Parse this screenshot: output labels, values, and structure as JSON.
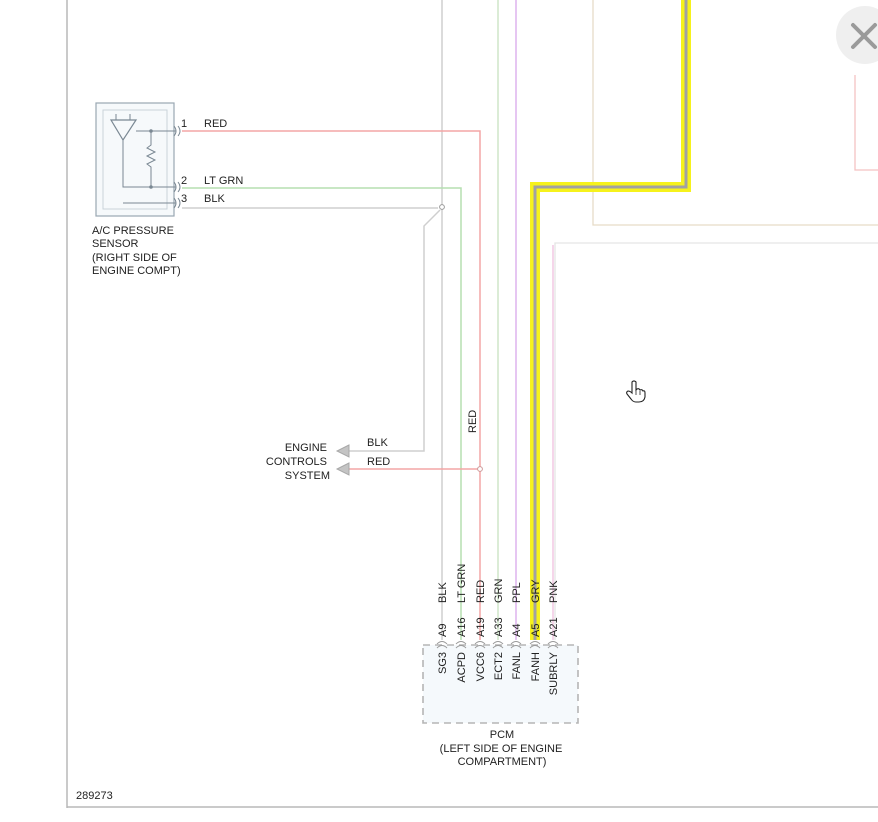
{
  "sensor": {
    "label_lines": [
      "A/C PRESSURE",
      "SENSOR",
      "(RIGHT SIDE OF",
      "ENGINE COMPT)"
    ],
    "pins": [
      {
        "num": "1",
        "wire": "RED"
      },
      {
        "num": "2",
        "wire": "LT GRN"
      },
      {
        "num": "3",
        "wire": "BLK"
      }
    ]
  },
  "engine_controls": {
    "label_lines": [
      "ENGINE",
      "CONTROLS",
      "SYSTEM"
    ],
    "wires": [
      "BLK",
      "RED"
    ]
  },
  "red_vertical_label": "RED",
  "pcm": {
    "label_lines": [
      "PCM",
      "(LEFT SIDE OF ENGINE",
      "COMPARTMENT)"
    ],
    "pins": [
      {
        "color": "BLK",
        "pin": "A9",
        "func": "SG3"
      },
      {
        "color": "LT GRN",
        "pin": "A16",
        "func": "ACPD"
      },
      {
        "color": "RED",
        "pin": "A19",
        "func": "VCC6"
      },
      {
        "color": "GRN",
        "pin": "A33",
        "func": "ECT2"
      },
      {
        "color": "PPL",
        "pin": "A4",
        "func": "FANL"
      },
      {
        "color": "GRY",
        "pin": "A5",
        "func": "FANH"
      },
      {
        "color": "PNK",
        "pin": "A21",
        "func": "SUBRLY"
      }
    ]
  },
  "figure_id": "289273",
  "colors": {
    "highlight": "#f6f21c",
    "wire_red": "#f4a5a5",
    "wire_green": "#b5dfb1",
    "wire_gray": "#c8c8c8",
    "wire_pink": "#f2c9e4",
    "wire_purple": "#ddb3ee",
    "border": "#b8b8b8"
  },
  "icons": {
    "close": "close-icon",
    "cursor": "hand-pointer-icon"
  }
}
